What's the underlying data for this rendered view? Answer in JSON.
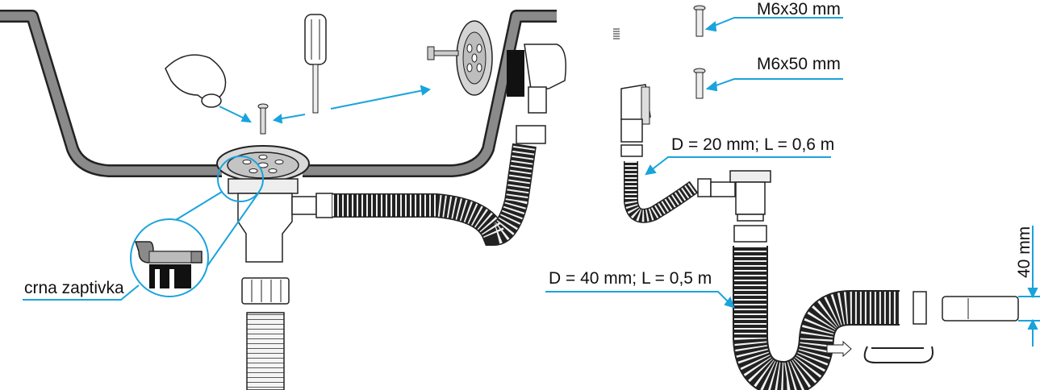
{
  "labels": {
    "gasket": "crna zaptivka",
    "screw_short": "M6x30 mm",
    "screw_long": "M6x50 mm",
    "hose_small": "D = 20 mm; L = 0,6 m",
    "hose_large": "D = 40 mm; L = 0,5 m",
    "height": "40 mm"
  },
  "colors": {
    "callout_line": "#1aa3dc",
    "sink_fill": "#8a8a8a",
    "outline": "#222222",
    "gasket_black": "#111111"
  }
}
